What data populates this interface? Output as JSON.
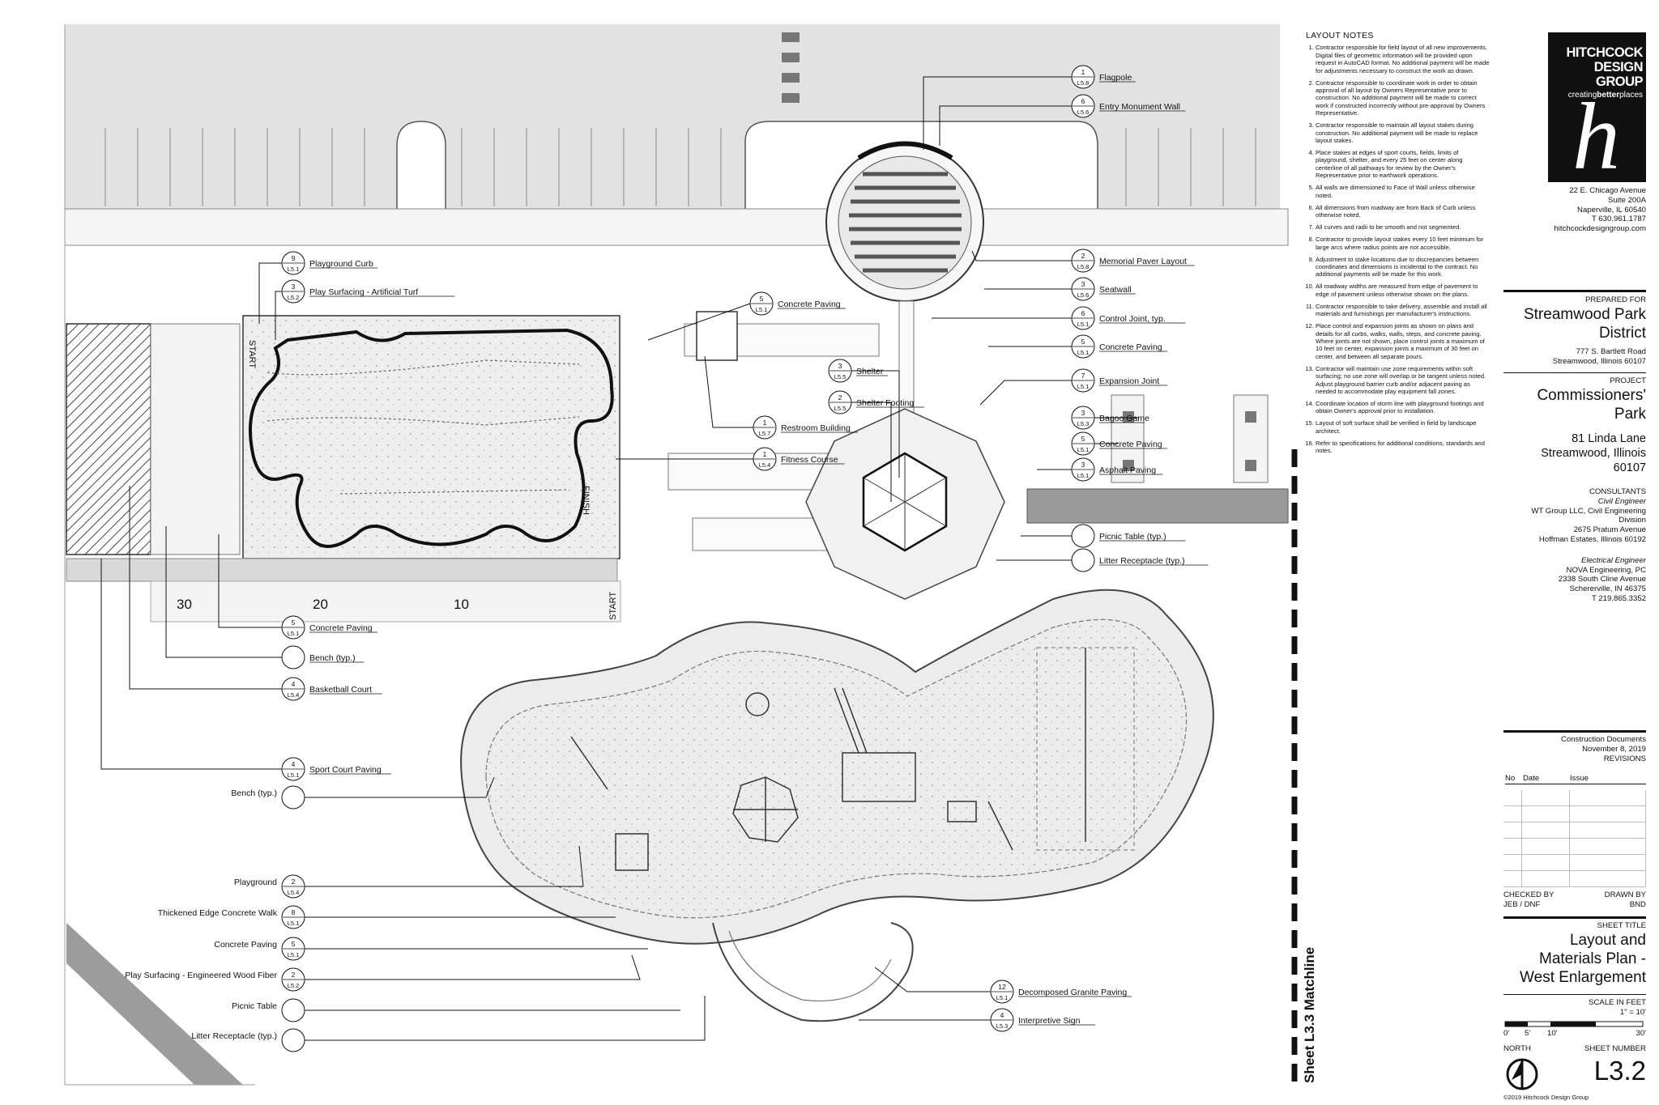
{
  "drawing": {
    "matchline": "Sheet L3.3 Matchline",
    "plan_labels": {
      "start_top": "START",
      "finish": "FINISH",
      "start_bottom": "START",
      "court_numbers": [
        "30",
        "20",
        "10"
      ]
    },
    "callouts_right": [
      {
        "num": "1",
        "sheet": "L5.8",
        "label": "Flagpole"
      },
      {
        "num": "6",
        "sheet": "L5.6",
        "label": "Entry Monument Wall"
      },
      {
        "num": "2",
        "sheet": "L5.8",
        "label": "Memorial Paver Layout"
      },
      {
        "num": "3",
        "sheet": "L5.6",
        "label": "Seatwall"
      },
      {
        "num": "6",
        "sheet": "L5.1",
        "label": "Control Joint, typ."
      },
      {
        "num": "5",
        "sheet": "L5.1",
        "label": "Concrete Paving"
      },
      {
        "num": "7",
        "sheet": "L5.1",
        "label": "Expansion Joint"
      },
      {
        "num": "3",
        "sheet": "L5.3",
        "label": "Bagoo Game"
      },
      {
        "num": "5",
        "sheet": "L5.1",
        "label": "Concrete Paving"
      },
      {
        "num": "3",
        "sheet": "L5.1",
        "label": "Asphalt Paving"
      },
      {
        "num": "",
        "sheet": "",
        "label": "Picnic Table (typ.)"
      },
      {
        "num": "",
        "sheet": "",
        "label": "Litter Receptacle (typ.)"
      }
    ],
    "callouts_center": [
      {
        "num": "5",
        "sheet": "L5.1",
        "label": "Concrete Paving"
      },
      {
        "num": "3",
        "sheet": "L5.5",
        "label": "Shelter"
      },
      {
        "num": "2",
        "sheet": "L5.5",
        "label": "Shelter Footing"
      },
      {
        "num": "1",
        "sheet": "L5.7",
        "label": "Restroom Building"
      },
      {
        "num": "1",
        "sheet": "L5.4",
        "label": "Fitness Course"
      }
    ],
    "callouts_upper_left": [
      {
        "num": "9",
        "sheet": "L5.1",
        "label": "Playground Curb"
      },
      {
        "num": "3",
        "sheet": "L5.2",
        "label": "Play Surfacing - Artificial Turf"
      }
    ],
    "callouts_lower_left": [
      {
        "num": "5",
        "sheet": "L5.1",
        "label": "Concrete Paving"
      },
      {
        "num": "",
        "sheet": "",
        "label": "Bench (typ.)"
      },
      {
        "num": "4",
        "sheet": "L5.4",
        "label": "Basketball Court"
      },
      {
        "num": "4",
        "sheet": "L5.1",
        "label": "Sport Court Paving"
      }
    ],
    "callouts_bottom_left": [
      {
        "num": "",
        "sheet": "",
        "label": "Bench (typ.)"
      },
      {
        "num": "2",
        "sheet": "L5.4",
        "label": "Playground"
      },
      {
        "num": "8",
        "sheet": "L5.1",
        "label": "Thickened Edge Concrete Walk"
      },
      {
        "num": "5",
        "sheet": "L5.1",
        "label": "Concrete Paving"
      },
      {
        "num": "2",
        "sheet": "L5.2",
        "label": "Play Surfacing - Engineered Wood Fiber"
      },
      {
        "num": "",
        "sheet": "",
        "label": "Picnic Table"
      },
      {
        "num": "",
        "sheet": "",
        "label": "Litter Receptacle (typ.)"
      }
    ],
    "callouts_bottom_center": [
      {
        "num": "12",
        "sheet": "L5.1",
        "label": "Decomposed Granite Paving"
      },
      {
        "num": "4",
        "sheet": "L5.3",
        "label": "Interpretive Sign"
      }
    ]
  },
  "notes": {
    "title": "LAYOUT NOTES",
    "items": [
      "Contractor responsible for field layout of all new improvements. Digital files of geometric information will be provided upon request in AutoCAD format. No additional payment will be made for adjustments necessary to construct the work as drawn.",
      "Contractor responsible to coordinate work in order to obtain approval of all layout by Owners Representative prior to construction. No additional payment will be made to correct work if constructed incorrectly without pre-approval by Owners Representative.",
      "Contractor responsible to maintain all layout stakes during construction. No additional payment will be made to replace layout stakes.",
      "Place stakes at edges of sport courts, fields, limits of playground, shelter, and every 25 feet on center along centerline of all pathways for review by the Owner's Representative prior to earthwork operations.",
      "All walls are dimensioned to Face of Wall unless otherwise noted.",
      "All dimensions from roadway are from Back of Curb unless otherwise noted.",
      "All curves and radii to be smooth and not segmented.",
      "Contractor to provide layout stakes every 10 feet minimum for large arcs where radius points are not accessible.",
      "Adjustment to stake locations due to discrepancies between coordinates and dimensions is incidental to the contract. No additional payments will be made for this work.",
      "All roadway widths are measured from edge of pavement to edge of pavement unless otherwise shown on the plans.",
      "Contractor responsible to take delivery, assemble and install all materials and furnishings per manufacturer's instructions.",
      "Place control and expansion joints as shown on plans and details for all curbs, walks, walls, steps, and concrete paving. Where joints are not shown, place control joints a maximum of 10 feet on center, expansion joints a maximum of 30 feet on center, and between all separate pours.",
      "Contractor will maintain use zone requirements within soft surfacing; no use zone will overlap or be tangent unless noted. Adjust playground barrier curb and/or adjacent paving as needed to accommodate play equipment fall zones.",
      "Coordinate location of storm line with playground footings and obtain Owner's approval prior to installation.",
      "Layout of soft surface shall be verified in field by landscape architect.",
      "Refer to specifications for additional conditions, standards and notes."
    ]
  },
  "title_block": {
    "logo_lines": [
      "HITCHCOCK",
      "DESIGN",
      "GROUP"
    ],
    "logo_tagline_1": "creating",
    "logo_tagline_2": "better",
    "logo_tagline_3": "places",
    "logo_mark": "h",
    "firm_address": [
      "22 E. Chicago Avenue",
      "Suite 200A",
      "Naperville, IL 60540",
      "T 630.961.1787",
      "hitchcockdesigngroup.com"
    ],
    "prepared_for_label": "PREPARED FOR",
    "client": [
      "Streamwood Park",
      "District"
    ],
    "client_address": [
      "777 S. Bartlett Road",
      "Streamwood, Illinois 60107"
    ],
    "project_label": "PROJECT",
    "project": [
      "Commissioners'",
      "Park"
    ],
    "project_address": [
      "81 Linda Lane",
      "Streamwood, Illinois",
      "60107"
    ],
    "consultants_label": "CONSULTANTS",
    "civil_title": "Civil Engineer",
    "civil": [
      "WT Group LLC, Civil Engineering",
      "Division",
      "2675 Pratum Avenue",
      "Hoffman Estates, Illinois 60192"
    ],
    "electrical_title": "Electrical Engineer",
    "electrical": [
      "NOVA Engineering, PC",
      "2338 South Cline Avenue",
      "Schererville, IN 46375",
      "T 219.865.3352"
    ],
    "doc_type": "Construction Documents",
    "doc_date": "November 8, 2019",
    "revisions_label": "REVISIONS",
    "rev_headers": [
      "No",
      "Date",
      "Issue"
    ],
    "checked_by_label": "CHECKED BY",
    "checked_by": "JEB / DNF",
    "drawn_by_label": "DRAWN BY",
    "drawn_by": "BND",
    "sheet_title_label": "SHEET TITLE",
    "sheet_title": [
      "Layout and",
      "Materials Plan -",
      "West Enlargement"
    ],
    "scale_label": "SCALE IN FEET",
    "scale": "1\" = 10'",
    "scale_ticks": [
      "0'",
      "5'",
      "10'",
      "30'"
    ],
    "north_label": "NORTH",
    "sheet_number_label": "SHEET NUMBER",
    "sheet_number": "L3.2",
    "copyright": "©2019 Hitchcock Design Group"
  }
}
